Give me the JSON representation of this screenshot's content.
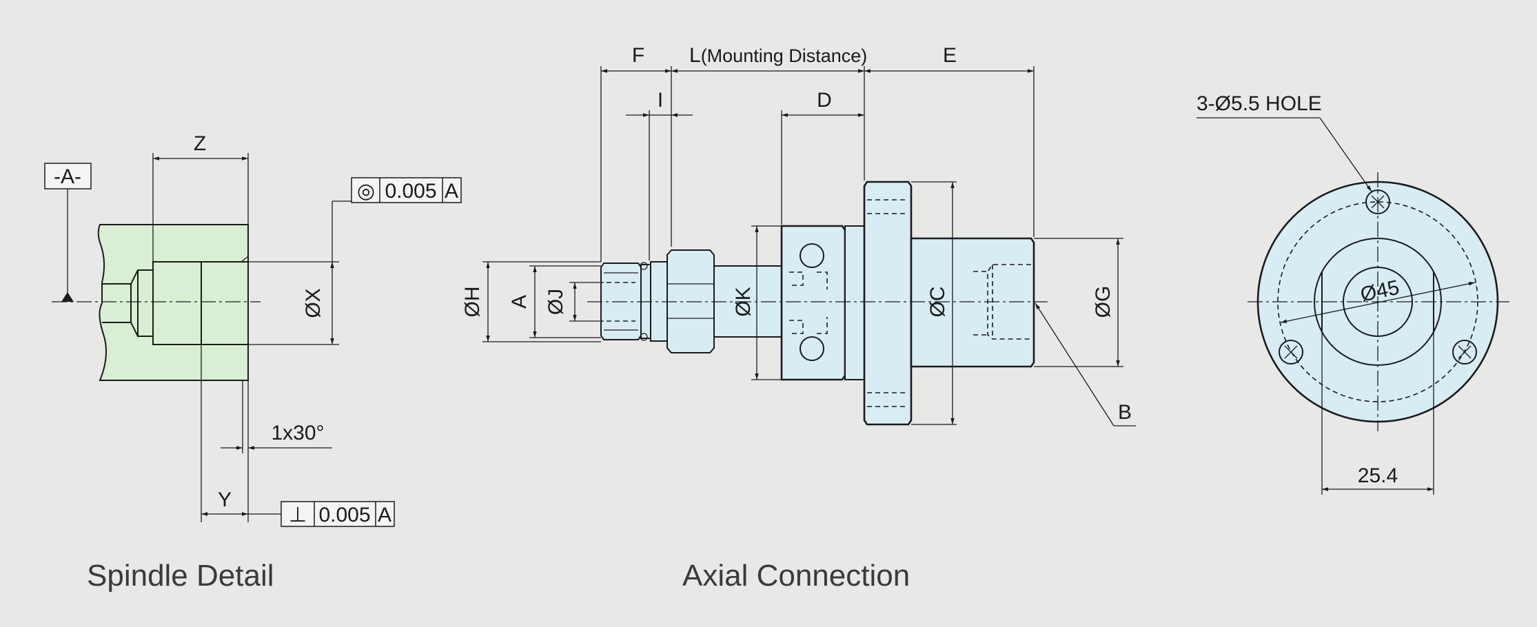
{
  "captions": {
    "spindle": "Spindle Detail",
    "axial": "Axial Connection"
  },
  "spindle": {
    "datum": "-A-",
    "z": "Z",
    "x": "ØX",
    "y": "Y",
    "chamfer": "1x30°",
    "concentricity": {
      "symbol": "◎",
      "tolerance": "0.005",
      "datum": "A"
    },
    "perpendicularity": {
      "symbol": "⊥",
      "tolerance": "0.005",
      "datum": "A"
    }
  },
  "axial": {
    "f": "F",
    "l": "L",
    "l_note": "(Mounting Distance)",
    "e": "E",
    "i": "I",
    "d": "D",
    "h": "ØH",
    "a": "A",
    "j": "ØJ",
    "k": "ØK",
    "c": "ØC",
    "g": "ØG",
    "b": "B"
  },
  "flange": {
    "hole_note": "3-Ø5.5 HOLE",
    "bolt_circle": "Ø45",
    "width": "25.4"
  },
  "colors": {
    "background": "#e8e8e6",
    "part_fill_blue": "#d8ecf3",
    "part_fill_green": "#d9efd4",
    "line": "#1a1a1a"
  }
}
